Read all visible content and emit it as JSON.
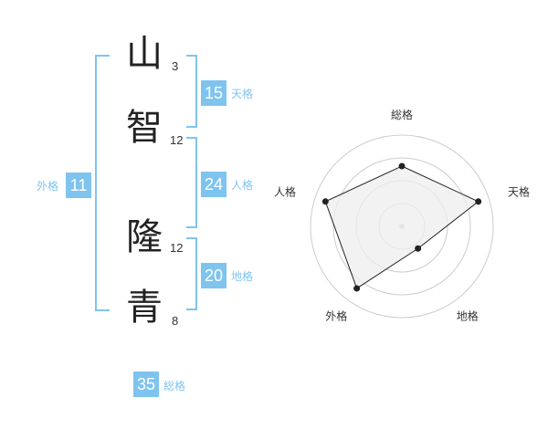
{
  "name": {
    "chars": [
      {
        "char": "山",
        "strokes": "3"
      },
      {
        "char": "智",
        "strokes": "12"
      },
      {
        "char": "隆",
        "strokes": "12"
      },
      {
        "char": "青",
        "strokes": "8"
      }
    ]
  },
  "fortunes": {
    "tenkaku": {
      "value": "15",
      "label": "天格"
    },
    "jinkaku": {
      "value": "24",
      "label": "人格"
    },
    "chikaku": {
      "value": "20",
      "label": "地格"
    },
    "gaikaku": {
      "value": "11",
      "label": "外格"
    },
    "soukaku": {
      "value": "35",
      "label": "総格"
    }
  },
  "colors": {
    "accent": "#7fc4ef",
    "radar_fill": "#eeeeee",
    "radar_line": "#222222",
    "ring": "#cccccc",
    "text": "#222222"
  },
  "radar": {
    "axes": [
      "総格",
      "天格",
      "地格",
      "外格",
      "人格"
    ],
    "max": 5,
    "rings": 4,
    "values": [
      3.3,
      4.4,
      1.5,
      4.2,
      4.4
    ]
  }
}
